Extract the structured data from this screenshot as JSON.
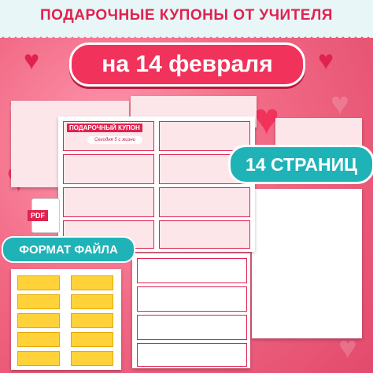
{
  "header": {
    "title": "ПОДАРОЧНЫЕ КУПОНЫ ОТ УЧИТЕЛЯ"
  },
  "date_banner": {
    "text": "на 14 февраля"
  },
  "pages_badge": {
    "text": "14 СТРАНИЦ"
  },
  "format_badge": {
    "text": "ФОРМАТ ФАЙЛА",
    "icon_label": "PDF"
  },
  "coupon": {
    "title": "ПОДАРОЧНЫЙ КУПОН",
    "subtitle": "Сегодня 5 с жизни"
  },
  "colors": {
    "accent": "#e0224f",
    "teal": "#1fb3b8",
    "banner_bg": "#e8f6f7",
    "yellow": "#ffd23a"
  }
}
